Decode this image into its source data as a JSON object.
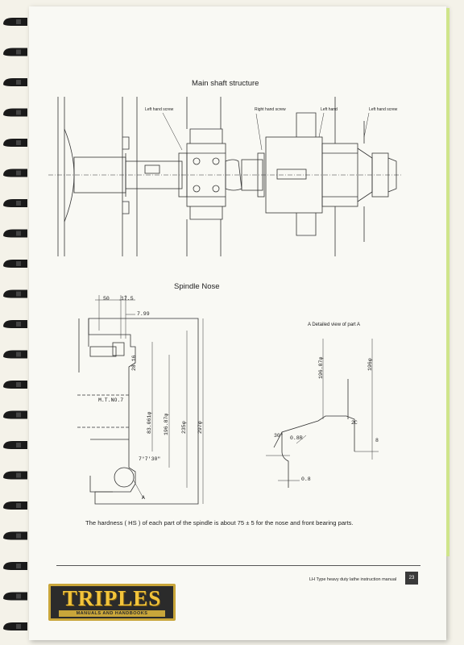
{
  "main_shaft": {
    "title": "Main shaft structure",
    "labels": [
      "Left hand screw",
      "Right hand screw",
      "Left hand",
      "Left hand screw"
    ]
  },
  "spindle_nose": {
    "title": "Spindle Nose",
    "dims": {
      "top_50": "50",
      "top_17_5": "17.5",
      "d_7_99": "7.99",
      "d_28_16": "28.16",
      "mt_no": "M.T.NO.7",
      "d_83_061": "83.061φ",
      "d_196_87": "196.87φ",
      "d_235": "235φ",
      "d_297": "297φ",
      "angle": "7°7'30\"",
      "ref_a": "A"
    }
  },
  "detail": {
    "title": "A  Detailed view of part A",
    "dims": {
      "d_196_87": "196.87φ",
      "d_196": "196φ",
      "d_2c": "2C",
      "d_8": "8",
      "d_30": "30°",
      "d_0_8r": "0.8R",
      "d_0_8": "0.8"
    }
  },
  "note": "The hardness ( HS ) of each part of the spindle is about 75 ± 5 for the nose and front bearing parts.",
  "footer": {
    "manual_title": "LH Type heavy duty lathe instruction manual",
    "page_number": "23"
  },
  "logo": {
    "main": "TRIPLES",
    "sub": "MANUALS AND HANDBOOKS"
  },
  "colors": {
    "paper": "#f9f9f4",
    "ink": "#222222",
    "logo_gold": "#f2c43b",
    "logo_bg": "#2b2b2b",
    "page_edge_green": "#cfe58b"
  }
}
